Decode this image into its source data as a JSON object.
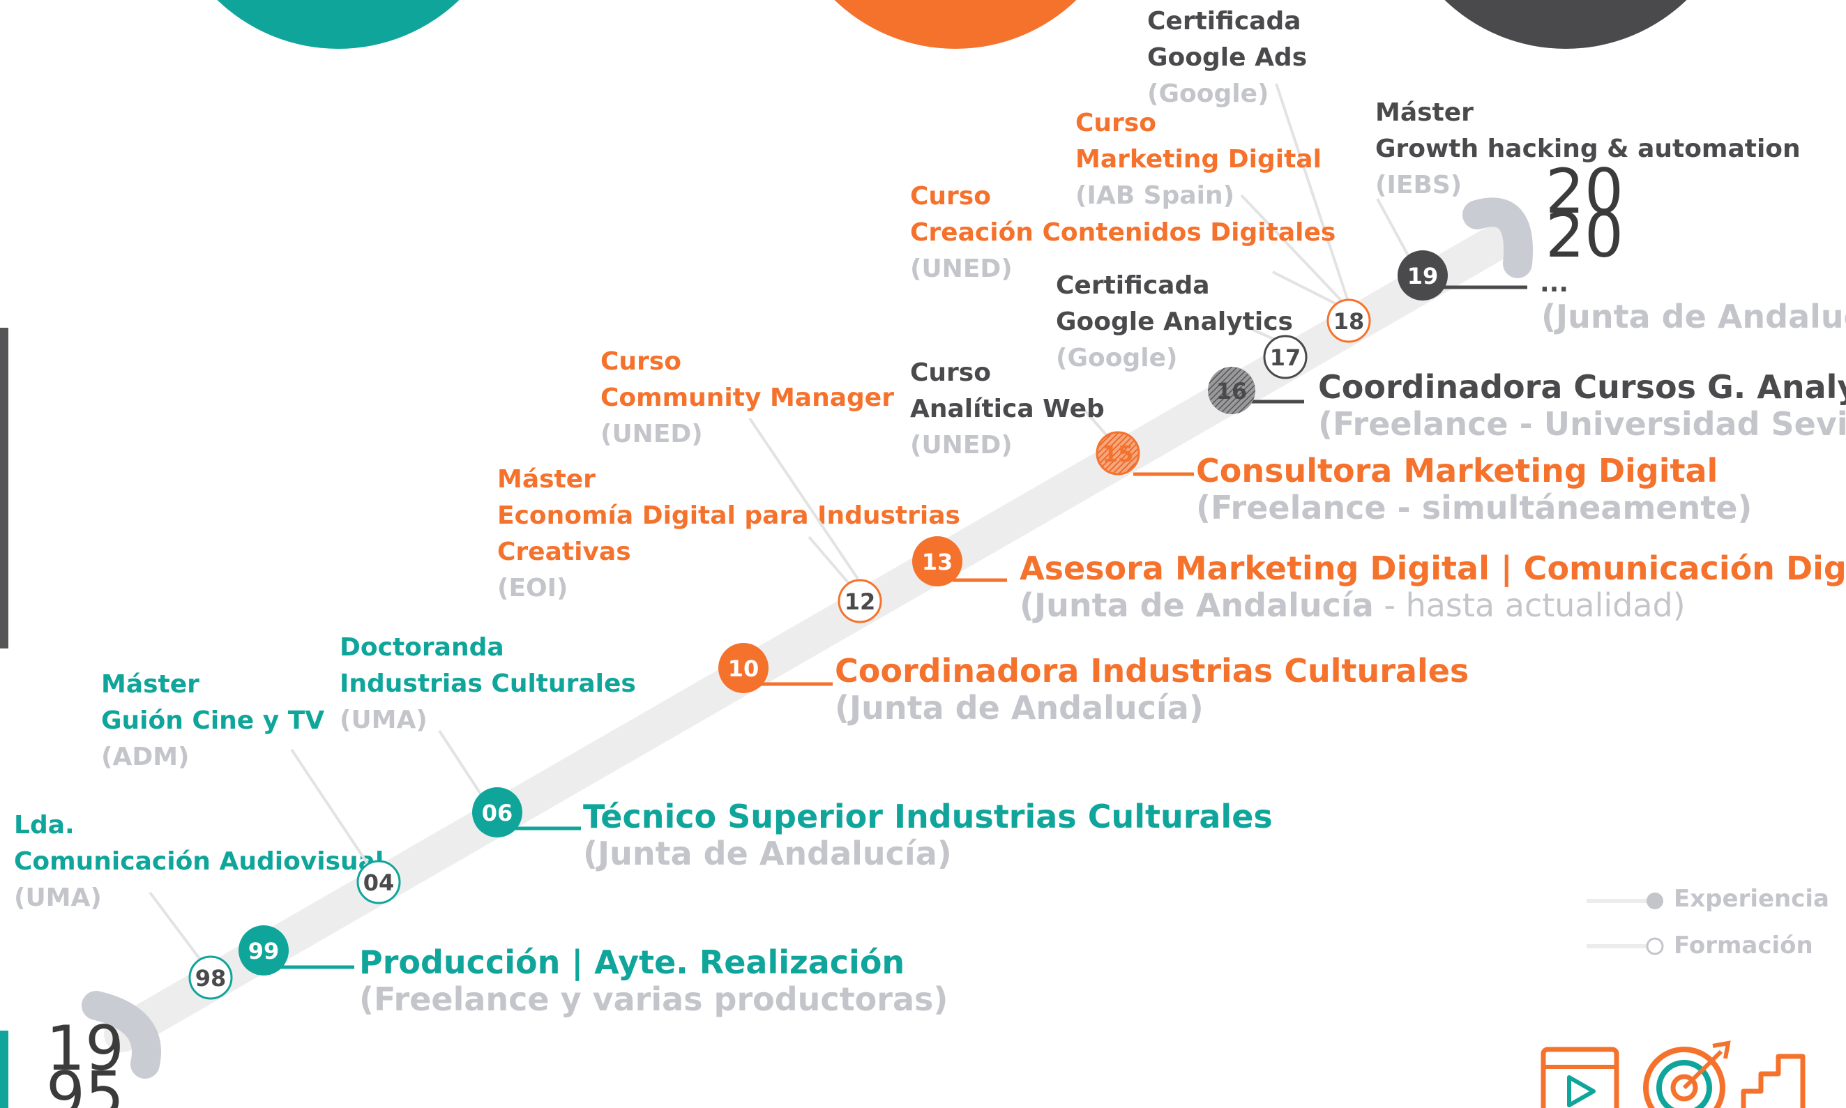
{
  "colors": {
    "teal": "#0fa59a",
    "orange": "#f5722d",
    "dark": "#4a4a4c",
    "gray": "#c3c5ca",
    "line": "#ededed"
  },
  "timeline": {
    "start_year": [
      "19",
      "95"
    ],
    "end_year": [
      "20",
      "20"
    ]
  },
  "legend": {
    "experience": "Experiencia",
    "training": "Formación"
  },
  "formacion": [
    {
      "year": "98",
      "color": "teal",
      "line1": "Lda.",
      "line2": "Comunicación Audiovisual",
      "line3": "(UMA)"
    },
    {
      "year": "04",
      "color": "teal",
      "line1": "Máster",
      "line2": "Guión Cine y TV",
      "line3": "(ADM)"
    },
    {
      "year": "",
      "color": "teal",
      "line1": "Doctoranda",
      "line2": "Industrias  Culturales",
      "line3": "(UMA)"
    },
    {
      "year": "12",
      "color": "orange",
      "line1": "Máster",
      "line2": "Economía Digital para Industrias",
      "line2b": "Creativas",
      "line3": "(EOI)"
    },
    {
      "year": "",
      "color": "orange",
      "line1": "Curso",
      "line2": "Community Manager",
      "line3": "(UNED)"
    },
    {
      "year": "15",
      "color": "dark",
      "line1": "Curso",
      "line2": "Analítica Web",
      "line3": "(UNED)"
    },
    {
      "year": "17",
      "color": "dark",
      "line1": "Certificada",
      "line2": "Google Analytics",
      "line3": "(Google)"
    },
    {
      "year": "18",
      "color": "orange",
      "line1": "Curso",
      "line2": "Creación Contenidos Digitales",
      "line3": "(UNED)"
    },
    {
      "year": "",
      "color": "orange",
      "line1": "Curso",
      "line2": "Marketing Digital",
      "line3": "(IAB Spain)"
    },
    {
      "year": "",
      "color": "dark",
      "line1": "Certificada",
      "line2": "Google Ads",
      "line3": "(Google)"
    },
    {
      "year": "",
      "color": "dark",
      "line1": "Máster",
      "line2": "Growth hacking & automation",
      "line3": "(IEBS)"
    }
  ],
  "experiencia": [
    {
      "year": "99",
      "color": "teal",
      "title": "Producción | Ayte. Realización",
      "sub": "(Freelance y varias productoras)"
    },
    {
      "year": "06",
      "color": "teal",
      "title": "Técnico Superior Industrias Culturales",
      "sub": "(Junta de Andalucía)"
    },
    {
      "year": "10",
      "color": "orange",
      "title": "Coordinadora Industrias Culturales",
      "sub": "(Junta de Andalucía)"
    },
    {
      "year": "13",
      "color": "orange",
      "title": "Asesora Marketing Digital | Comunicación Digital",
      "sub_a": "(Junta de Andalucía",
      "sub_b": " - hasta actualidad)"
    },
    {
      "year": "",
      "color": "orange",
      "title": "Consultora Marketing Digital",
      "sub": "(Freelance - simultáneamente)"
    },
    {
      "year": "16",
      "color": "dark",
      "title": "Coordinadora Cursos G. Analytics",
      "sub": "(Freelance - Universidad Sevilla)"
    },
    {
      "year": "19",
      "color": "dark",
      "title": "...",
      "sub": "(Junta de Andalucía)"
    }
  ]
}
